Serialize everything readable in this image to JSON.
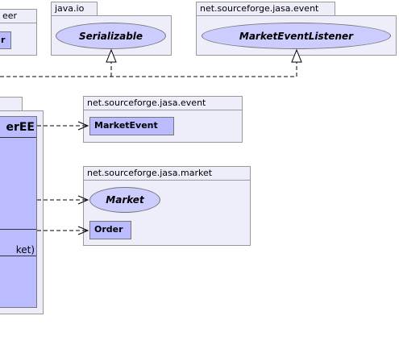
{
  "packages": {
    "peer_fragment": {
      "label": "eer"
    },
    "java_io": {
      "label": "java.io"
    },
    "event_top": {
      "label": "net.sourceforge.jasa.event"
    },
    "event_mid": {
      "label": "net.sourceforge.jasa.event"
    },
    "market": {
      "label": "net.sourceforge.jasa.market"
    }
  },
  "classes": {
    "peer_fragment_class": {
      "label": "r"
    },
    "serializable": {
      "label": "Serializable"
    },
    "market_event_listener": {
      "label": "MarketEventListener"
    },
    "main_class_title": {
      "label": "erEE"
    },
    "main_class_member": {
      "label": "ket)"
    },
    "market_event": {
      "label": "MarketEvent"
    },
    "market": {
      "label": "Market"
    },
    "order": {
      "label": "Order"
    }
  },
  "colors": {
    "package_fill": "#eeeefa",
    "package_border": "#999999",
    "class_fill": "#bbbbff",
    "interface_fill": "#ccccff",
    "edge": "#000000"
  }
}
